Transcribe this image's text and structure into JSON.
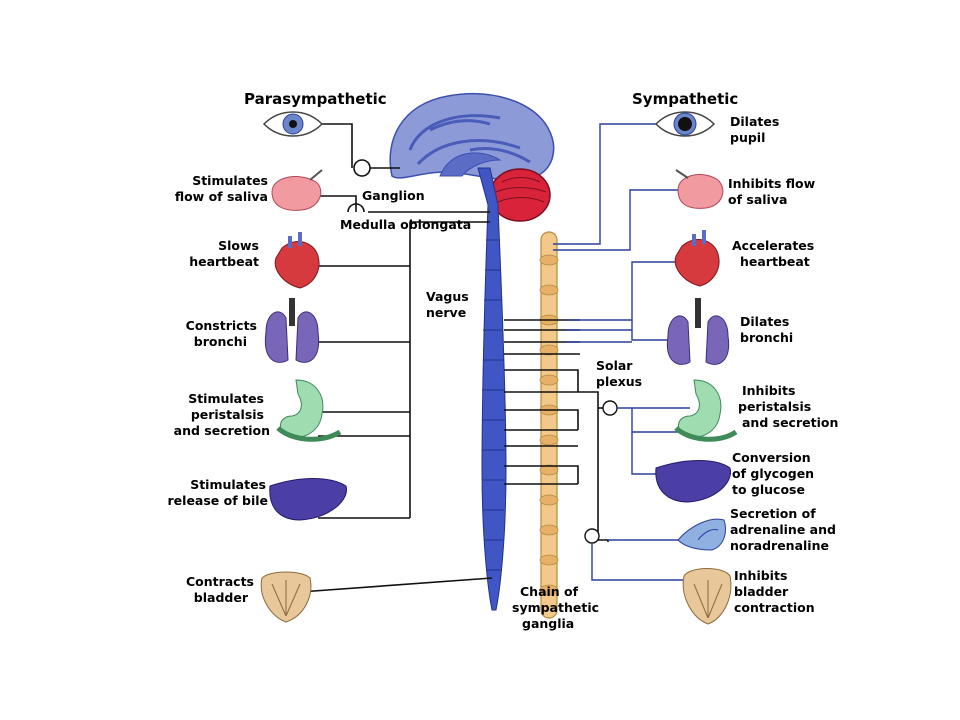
{
  "headings": {
    "parasympathetic": "Parasympathetic",
    "sympathetic": "Sympathetic"
  },
  "center_labels": {
    "ganglion": "Ganglion",
    "medulla": "Medulla oblongata",
    "vagus": [
      "Vagus",
      "nerve"
    ],
    "solar": [
      "Solar",
      "plexus"
    ],
    "chain": [
      "Chain of",
      "sympathetic",
      "ganglia"
    ]
  },
  "parasympathetic_effects": [
    {
      "organ": "eye",
      "lines": []
    },
    {
      "organ": "salivary-gland",
      "lines": [
        "Stimulates",
        "flow of saliva"
      ]
    },
    {
      "organ": "heart",
      "lines": [
        "Slows",
        "heartbeat"
      ]
    },
    {
      "organ": "lungs",
      "lines": [
        "Constricts",
        "bronchi"
      ]
    },
    {
      "organ": "stomach",
      "lines": [
        "Stimulates",
        "peristalsis",
        "and secretion"
      ]
    },
    {
      "organ": "liver",
      "lines": [
        "Stimulates",
        "release of bile"
      ]
    },
    {
      "organ": "bladder",
      "lines": [
        "Contracts",
        "bladder"
      ]
    }
  ],
  "sympathetic_effects": [
    {
      "organ": "eye",
      "lines": [
        "Dilates",
        "pupil"
      ]
    },
    {
      "organ": "salivary-gland",
      "lines": [
        "Inhibits flow",
        "of saliva"
      ]
    },
    {
      "organ": "heart",
      "lines": [
        "Accelerates",
        "heartbeat"
      ]
    },
    {
      "organ": "lungs",
      "lines": [
        "Dilates",
        "bronchi"
      ]
    },
    {
      "organ": "stomach",
      "lines": [
        "Inhibits",
        "peristalsis",
        "and secretion"
      ]
    },
    {
      "organ": "liver",
      "lines": [
        "Conversion",
        "of glycogen",
        "to glucose"
      ]
    },
    {
      "organ": "adrenal-gland",
      "lines": [
        "Secretion of",
        "adrenaline and",
        "noradrenaline"
      ]
    },
    {
      "organ": "bladder",
      "lines": [
        "Inhibits",
        "bladder",
        "contraction"
      ]
    }
  ],
  "colors": {
    "brain": "#7f8fd0",
    "brain_dark": "#3d4fae",
    "cerebellum": "#d8233a",
    "spinal_cord": "#3f56c4",
    "sympathetic_chain": "#f2c98a",
    "heart": "#d63a3f",
    "lungs": "#7a66b8",
    "stomach": "#9fdcb0",
    "liver": "#4b3fa6",
    "gland": "#f19ba0",
    "bladder": "#e8c79b",
    "eye_iris": "#6a86c8"
  }
}
